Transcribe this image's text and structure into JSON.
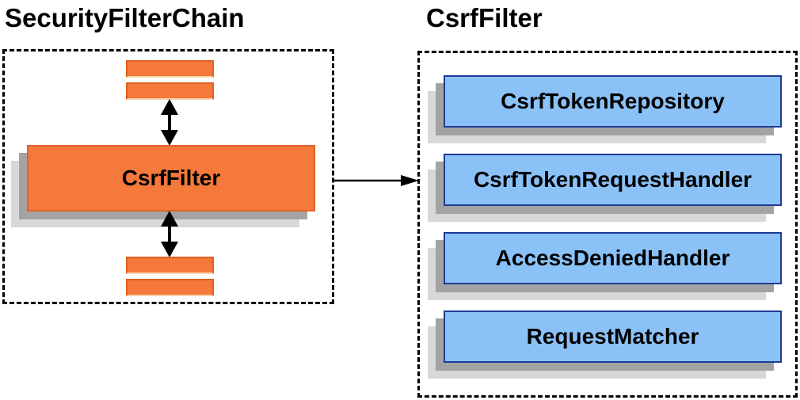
{
  "diagram": {
    "left_panel": {
      "title": "SecurityFilterChain",
      "filter_box_label": "CsrfFilter"
    },
    "right_panel": {
      "title": "CsrfFilter",
      "components": [
        "CsrfTokenRepository",
        "CsrfTokenRequestHandler",
        "AccessDeniedHandler",
        "RequestMatcher"
      ]
    },
    "colors": {
      "orange_fill": "#F4793B",
      "orange_border": "#E2622B",
      "blue_fill": "#8AC2F8",
      "blue_border": "#1E3C96",
      "shadow_dark": "#A3A3A3",
      "shadow_light": "#D8D8D8",
      "dashed_border": "#000000",
      "arrow": "#000000"
    }
  }
}
